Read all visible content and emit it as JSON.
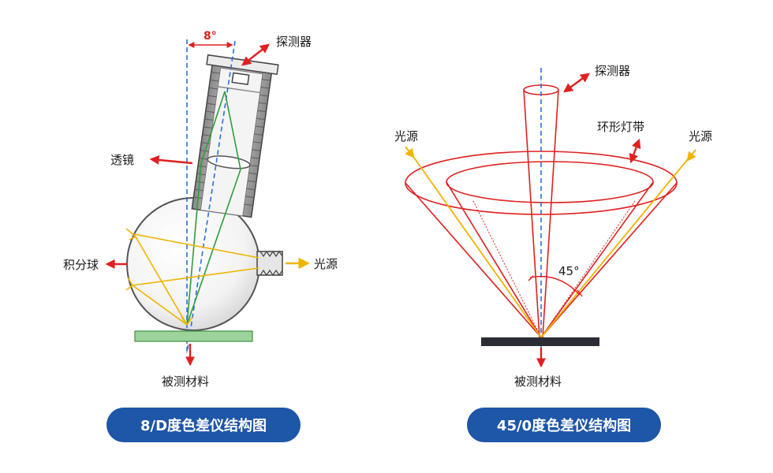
{
  "left_diagram": {
    "angle_label": "8°",
    "detector_label": "探测器",
    "lens_label": "透镜",
    "sphere_label": "积分球",
    "light_source_label": "光源",
    "material_label": "被测材料",
    "caption": "8/D度色差仪结构图"
  },
  "right_diagram": {
    "detector_label": "探测器",
    "light_source_left_label": "光源",
    "light_source_right_label": "光源",
    "ring_light_label": "环形灯带",
    "angle_label": "45°",
    "material_label": "被测材料",
    "caption": "45/0度色差仪结构图"
  },
  "colors": {
    "arrow_red": "#e02020",
    "ray_yellow": "#f0b400",
    "ray_green": "#2f9e3a",
    "axis_blue": "#2c6fd6",
    "caption_blue": "#1e56a8",
    "sample_green": "#9bd39b",
    "sample_dark": "#2a2d33"
  }
}
